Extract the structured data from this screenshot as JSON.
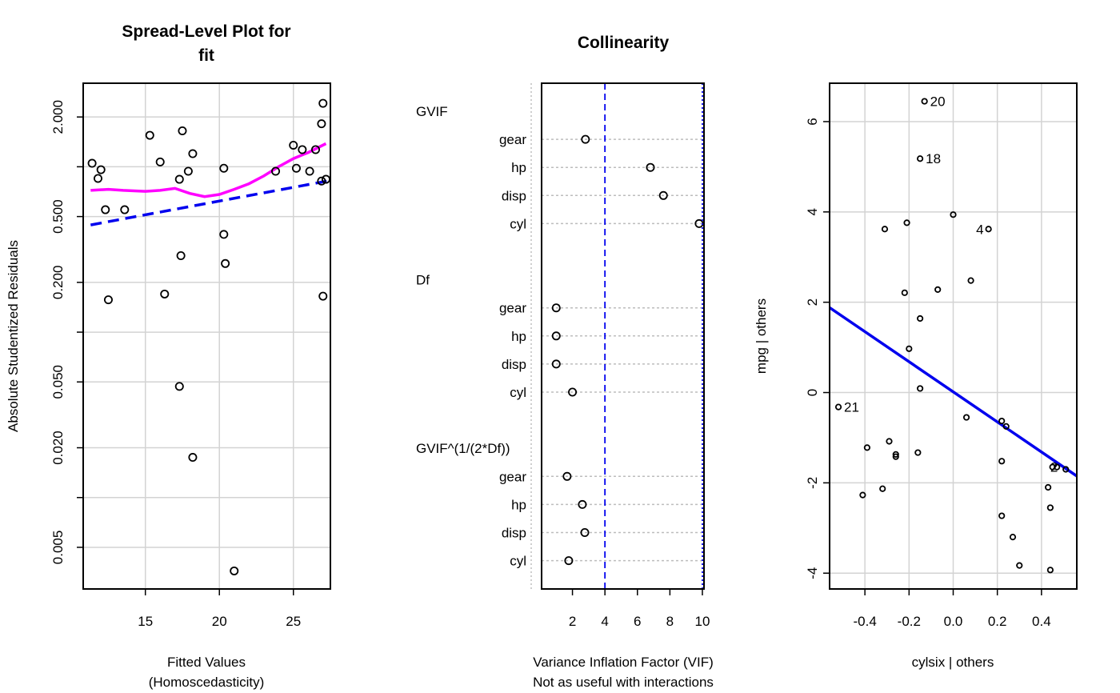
{
  "chart_data": [
    {
      "type": "scatter",
      "title": "Spread-Level Plot for\nfit",
      "xlabel": "Fitted Values\n(Homoscedasticity)",
      "ylabel": "Absolute Studentized Residuals",
      "x_ticks": [
        15,
        20,
        25
      ],
      "y_ticks": [
        "0.005",
        "0.020",
        "0.050",
        "0.200",
        "0.500",
        "2.000"
      ],
      "y_scale": "log",
      "xlim": [
        10.8,
        27.5
      ],
      "ylim": [
        0.0028,
        3.2
      ],
      "grid": true,
      "points": [
        [
          11.4,
          1.05
        ],
        [
          11.8,
          0.85
        ],
        [
          12.0,
          0.96
        ],
        [
          12.3,
          0.55
        ],
        [
          12.5,
          0.157
        ],
        [
          13.6,
          0.55
        ],
        [
          15.3,
          1.55
        ],
        [
          16.0,
          1.07
        ],
        [
          16.3,
          0.17
        ],
        [
          17.3,
          0.84
        ],
        [
          17.4,
          0.29
        ],
        [
          17.3,
          0.047
        ],
        [
          17.5,
          1.65
        ],
        [
          17.9,
          0.94
        ],
        [
          18.2,
          1.2
        ],
        [
          18.2,
          0.0175
        ],
        [
          20.3,
          0.98
        ],
        [
          20.3,
          0.39
        ],
        [
          20.4,
          0.26
        ],
        [
          21.0,
          0.0036
        ],
        [
          23.8,
          0.94
        ],
        [
          25.0,
          1.35
        ],
        [
          25.2,
          0.98
        ],
        [
          25.6,
          1.27
        ],
        [
          26.1,
          0.94
        ],
        [
          26.5,
          1.27
        ],
        [
          26.9,
          1.82
        ],
        [
          26.9,
          0.82
        ],
        [
          27.0,
          2.42
        ],
        [
          27.0,
          0.165
        ],
        [
          27.2,
          0.84
        ]
      ],
      "series": [
        {
          "type": "smooth",
          "color": "#ff00ff",
          "x": [
            11.3,
            12.5,
            13.5,
            15,
            16,
            17,
            18,
            19,
            20,
            21,
            22,
            23,
            24,
            25,
            26,
            27.2
          ],
          "y": [
            0.72,
            0.73,
            0.72,
            0.71,
            0.72,
            0.74,
            0.69,
            0.66,
            0.68,
            0.73,
            0.79,
            0.88,
            1.0,
            1.12,
            1.22,
            1.38
          ]
        },
        {
          "type": "fit",
          "color": "#0000ee",
          "dash": true,
          "x": [
            11.3,
            27.3
          ],
          "y": [
            0.445,
            0.82
          ]
        }
      ]
    },
    {
      "type": "dotchart",
      "title": "Collinearity",
      "xlabel": "Variance Inflation Factor (VIF)\nNot as useful with interactions",
      "x_ticks": [
        2,
        4,
        6,
        8,
        10
      ],
      "xlim": [
        0.1,
        10.1
      ],
      "reference_lines": [
        {
          "x": 4,
          "color": "#0000ee",
          "dash": "dashed"
        },
        {
          "x": 10,
          "color": "#0000ee",
          "dash": "dotted"
        }
      ],
      "groups": [
        {
          "name": "GVIF",
          "items": [
            {
              "label": "gear",
              "value": 2.8
            },
            {
              "label": "hp",
              "value": 6.8
            },
            {
              "label": "disp",
              "value": 7.6
            },
            {
              "label": "cyl",
              "value": 9.8
            }
          ]
        },
        {
          "name": "Df",
          "items": [
            {
              "label": "gear",
              "value": 1
            },
            {
              "label": "hp",
              "value": 1
            },
            {
              "label": "disp",
              "value": 1
            },
            {
              "label": "cyl",
              "value": 2
            }
          ]
        },
        {
          "name": "GVIF^(1/(2*Df))",
          "items": [
            {
              "label": "gear",
              "value": 1.67
            },
            {
              "label": "hp",
              "value": 2.61
            },
            {
              "label": "disp",
              "value": 2.76
            },
            {
              "label": "cyl",
              "value": 1.77
            }
          ]
        }
      ]
    },
    {
      "type": "scatter",
      "title": "",
      "xlabel": "cylsix | others",
      "ylabel": "mpg  | others",
      "x_ticks": [
        "-0.4",
        "-0.2",
        "0.0",
        "0.2",
        "0.4"
      ],
      "y_ticks": [
        "-4",
        "-2",
        "0",
        "2",
        "4",
        "6"
      ],
      "xlim": [
        -0.56,
        0.56
      ],
      "ylim": [
        -4.35,
        6.85
      ],
      "grid": true,
      "points": [
        [
          -0.13,
          6.45,
          "20"
        ],
        [
          -0.15,
          5.18,
          "18"
        ],
        [
          0.16,
          3.62,
          "4"
        ],
        [
          -0.52,
          -0.32,
          "21"
        ],
        [
          0.45,
          -1.65,
          "2"
        ],
        [
          -0.31,
          3.62
        ],
        [
          -0.21,
          3.76
        ],
        [
          0.0,
          3.94
        ],
        [
          0.08,
          2.48
        ],
        [
          -0.07,
          2.28
        ],
        [
          -0.22,
          2.21
        ],
        [
          -0.15,
          1.64
        ],
        [
          -0.2,
          0.97
        ],
        [
          -0.15,
          0.09
        ],
        [
          0.06,
          -0.55
        ],
        [
          0.22,
          -0.63
        ],
        [
          0.24,
          -0.75
        ],
        [
          -0.29,
          -1.08
        ],
        [
          -0.39,
          -1.22
        ],
        [
          -0.26,
          -1.37
        ],
        [
          -0.26,
          -1.42
        ],
        [
          -0.16,
          -1.33
        ],
        [
          0.22,
          -1.52
        ],
        [
          0.47,
          -1.65
        ],
        [
          0.51,
          -1.7
        ],
        [
          0.43,
          -2.1
        ],
        [
          -0.32,
          -2.13
        ],
        [
          -0.41,
          -2.27
        ],
        [
          0.44,
          -2.55
        ],
        [
          0.22,
          -2.73
        ],
        [
          0.27,
          -3.2
        ],
        [
          0.3,
          -3.83
        ],
        [
          0.44,
          -3.93
        ]
      ],
      "series": [
        {
          "type": "fit",
          "color": "#0000ee",
          "x": [
            -0.56,
            0.56
          ],
          "y": [
            1.88,
            -1.85
          ]
        }
      ]
    }
  ]
}
